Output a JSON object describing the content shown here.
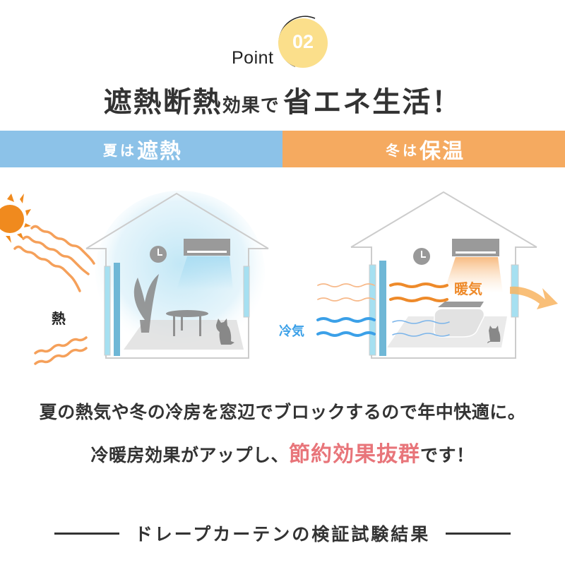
{
  "badge": {
    "label": "Point",
    "number": "02",
    "circle_color": "#fbdf8b"
  },
  "title": {
    "part1": "遮熱断熱",
    "part2": "効果で",
    "part3": "省エネ生活！"
  },
  "seasons": {
    "summer": {
      "prefix": "夏",
      "particle": "は",
      "main": "遮熱",
      "color": "#8cc2e8"
    },
    "winter": {
      "prefix": "冬",
      "particle": "は",
      "main": "保温",
      "color": "#f5aa60"
    }
  },
  "illustrations": {
    "summer": {
      "heat_label": "熱",
      "icons": [
        "sun-icon",
        "clock-icon",
        "air-conditioner-icon",
        "plant-icon",
        "table-icon",
        "dog-icon"
      ]
    },
    "winter": {
      "warm_label": "暖気",
      "cold_label": "冷気",
      "icons": [
        "clock-icon",
        "air-conditioner-icon",
        "sofa-icon",
        "cat-icon",
        "arrow-out-icon"
      ]
    }
  },
  "description": {
    "line1": "夏の熱気や冬の冷房を窓辺でブロックするので年中快適に。",
    "line2_pre": "冷暖房効果がアップし、",
    "line2_highlight": "節約効果抜群",
    "line2_post": "です！",
    "highlight_color": "#e8757a"
  },
  "section": {
    "heading": "ドレープカーテンの検証試験結果"
  }
}
